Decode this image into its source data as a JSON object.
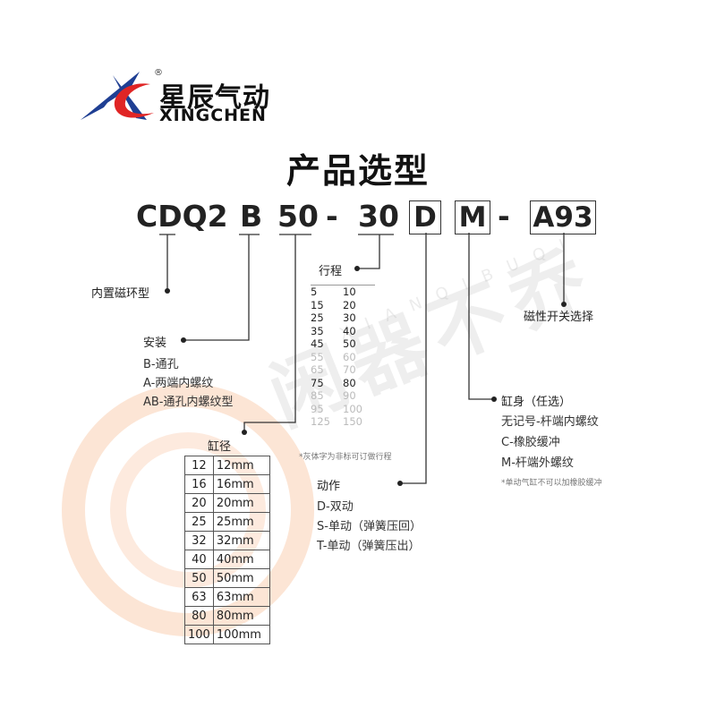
{
  "logo": {
    "brand_cn": "星辰气动",
    "brand_en": "XINGCHEN",
    "registered": "®"
  },
  "title": "产品选型",
  "code": {
    "series": "CDQ2",
    "mount": "B",
    "bore": "50",
    "dash1": "-",
    "stroke": "30",
    "action": "D",
    "body": "M",
    "dash2": "-",
    "switch": "A93"
  },
  "magnet": {
    "label": "内置磁环型"
  },
  "install": {
    "label": "安装",
    "options": [
      "B-通孔",
      "A-两端内螺纹",
      "AB-通孔内螺纹型"
    ]
  },
  "stroke_section": {
    "label": "行程",
    "rows": [
      {
        "a": "5",
        "b": "10",
        "std": true
      },
      {
        "a": "15",
        "b": "20",
        "std": true
      },
      {
        "a": "25",
        "b": "30",
        "std": true
      },
      {
        "a": "35",
        "b": "40",
        "std": true
      },
      {
        "a": "45",
        "b": "50",
        "std": true
      },
      {
        "a": "55",
        "b": "60",
        "std": false
      },
      {
        "a": "65",
        "b": "70",
        "std": false
      },
      {
        "a": "75",
        "b": "80",
        "std": true
      },
      {
        "a": "85",
        "b": "90",
        "std": false
      },
      {
        "a": "95",
        "b": "100",
        "std": false
      },
      {
        "a": "125",
        "b": "150",
        "std": false
      }
    ],
    "note": "*灰体字为非标可订做行程"
  },
  "bore_section": {
    "label": "缸径",
    "rows": [
      {
        "code": "12",
        "size": "12mm"
      },
      {
        "code": "16",
        "size": "16mm"
      },
      {
        "code": "20",
        "size": "20mm"
      },
      {
        "code": "25",
        "size": "25mm"
      },
      {
        "code": "32",
        "size": "32mm"
      },
      {
        "code": "40",
        "size": "40mm"
      },
      {
        "code": "50",
        "size": "50mm"
      },
      {
        "code": "63",
        "size": "63mm"
      },
      {
        "code": "80",
        "size": "80mm"
      },
      {
        "code": "100",
        "size": "100mm"
      }
    ]
  },
  "action_section": {
    "label": "动作",
    "options": [
      "D-双动",
      "S-单动（弹簧压回）",
      "T-单动（弹簧压出）"
    ]
  },
  "body_section": {
    "label": "缸身（任选）",
    "options": [
      "无记号-杆端内螺纹",
      "C-橡胶缓冲",
      "M-杆端外螺纹"
    ],
    "note": "*单动气缸不可以加橡胶缓冲"
  },
  "switch_section": {
    "label": "磁性开关选择"
  },
  "watermark": {
    "text": "闲器不乔",
    "sub": "XIANQIBUQI"
  },
  "colors": {
    "logo_blue": "#1f3f93",
    "logo_red": "#e02525",
    "line": "#333333",
    "badge_orange": "#f4a167"
  }
}
